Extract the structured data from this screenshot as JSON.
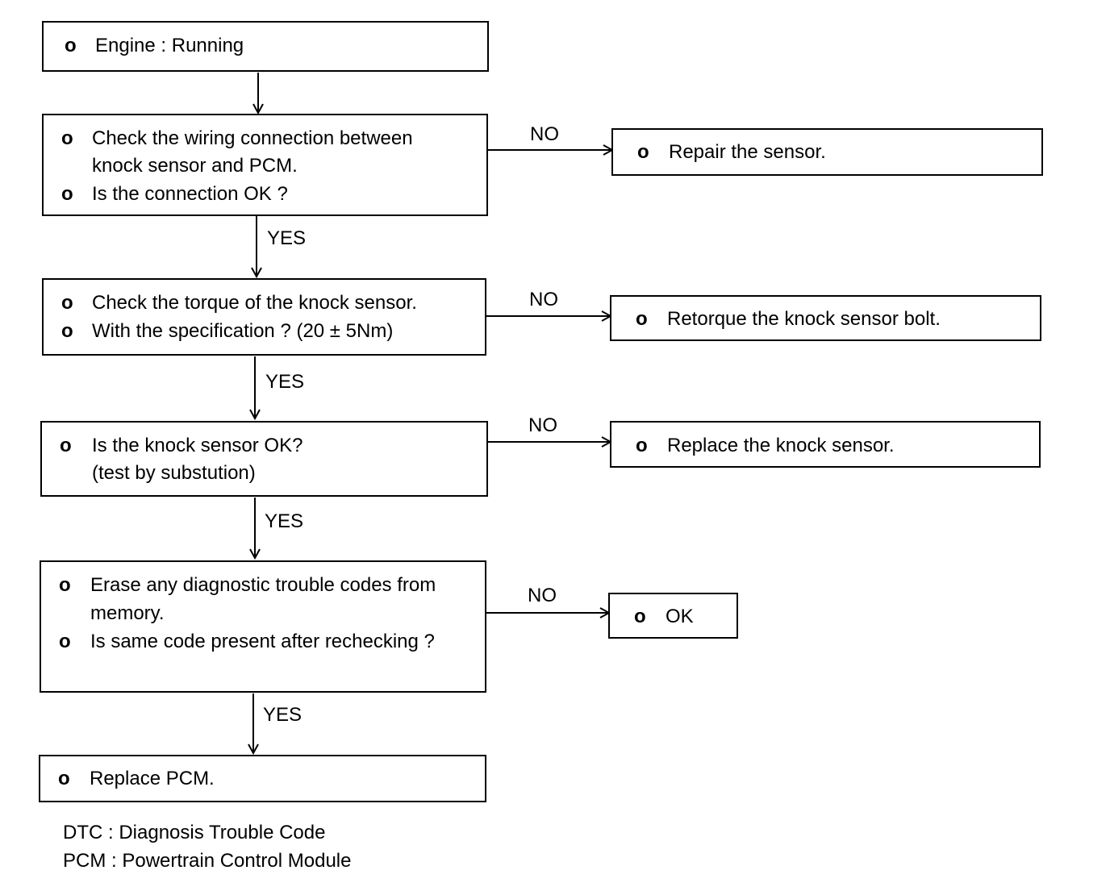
{
  "steps": {
    "start": {
      "bullet": "o",
      "lines": [
        "Engine : Running"
      ]
    },
    "wiring": {
      "bullets": [
        "o",
        "o"
      ],
      "lines": [
        "Check the wiring connection between",
        "knock sensor and PCM.",
        "Is the connection OK ?"
      ]
    },
    "torque": {
      "bullets": [
        "o",
        "o"
      ],
      "lines": [
        "Check the torque of the knock sensor.",
        "With the specification ? (20 ± 5Nm)"
      ]
    },
    "sensor": {
      "bullet": "o",
      "lines": [
        "Is the knock sensor OK?",
        "(test by substution)"
      ]
    },
    "erase": {
      "bullets": [
        "o",
        "o"
      ],
      "lines": [
        "Erase any diagnostic trouble codes from",
        "memory.",
        "Is same code present after rechecking ?"
      ]
    },
    "replace_pcm": {
      "bullet": "o",
      "lines": [
        "Replace PCM."
      ]
    }
  },
  "actions": {
    "repair": {
      "bullet": "o",
      "text": "Repair the sensor."
    },
    "retorque": {
      "bullet": "o",
      "text": "Retorque the knock sensor bolt."
    },
    "replace_sensor": {
      "bullet": "o",
      "text": "Replace the knock sensor."
    },
    "ok": {
      "bullet": "o",
      "text": "OK"
    }
  },
  "edge_labels": {
    "no": "NO",
    "yes": "YES"
  },
  "legend": [
    "DTC : Diagnosis Trouble Code",
    "PCM : Powertrain Control Module"
  ]
}
